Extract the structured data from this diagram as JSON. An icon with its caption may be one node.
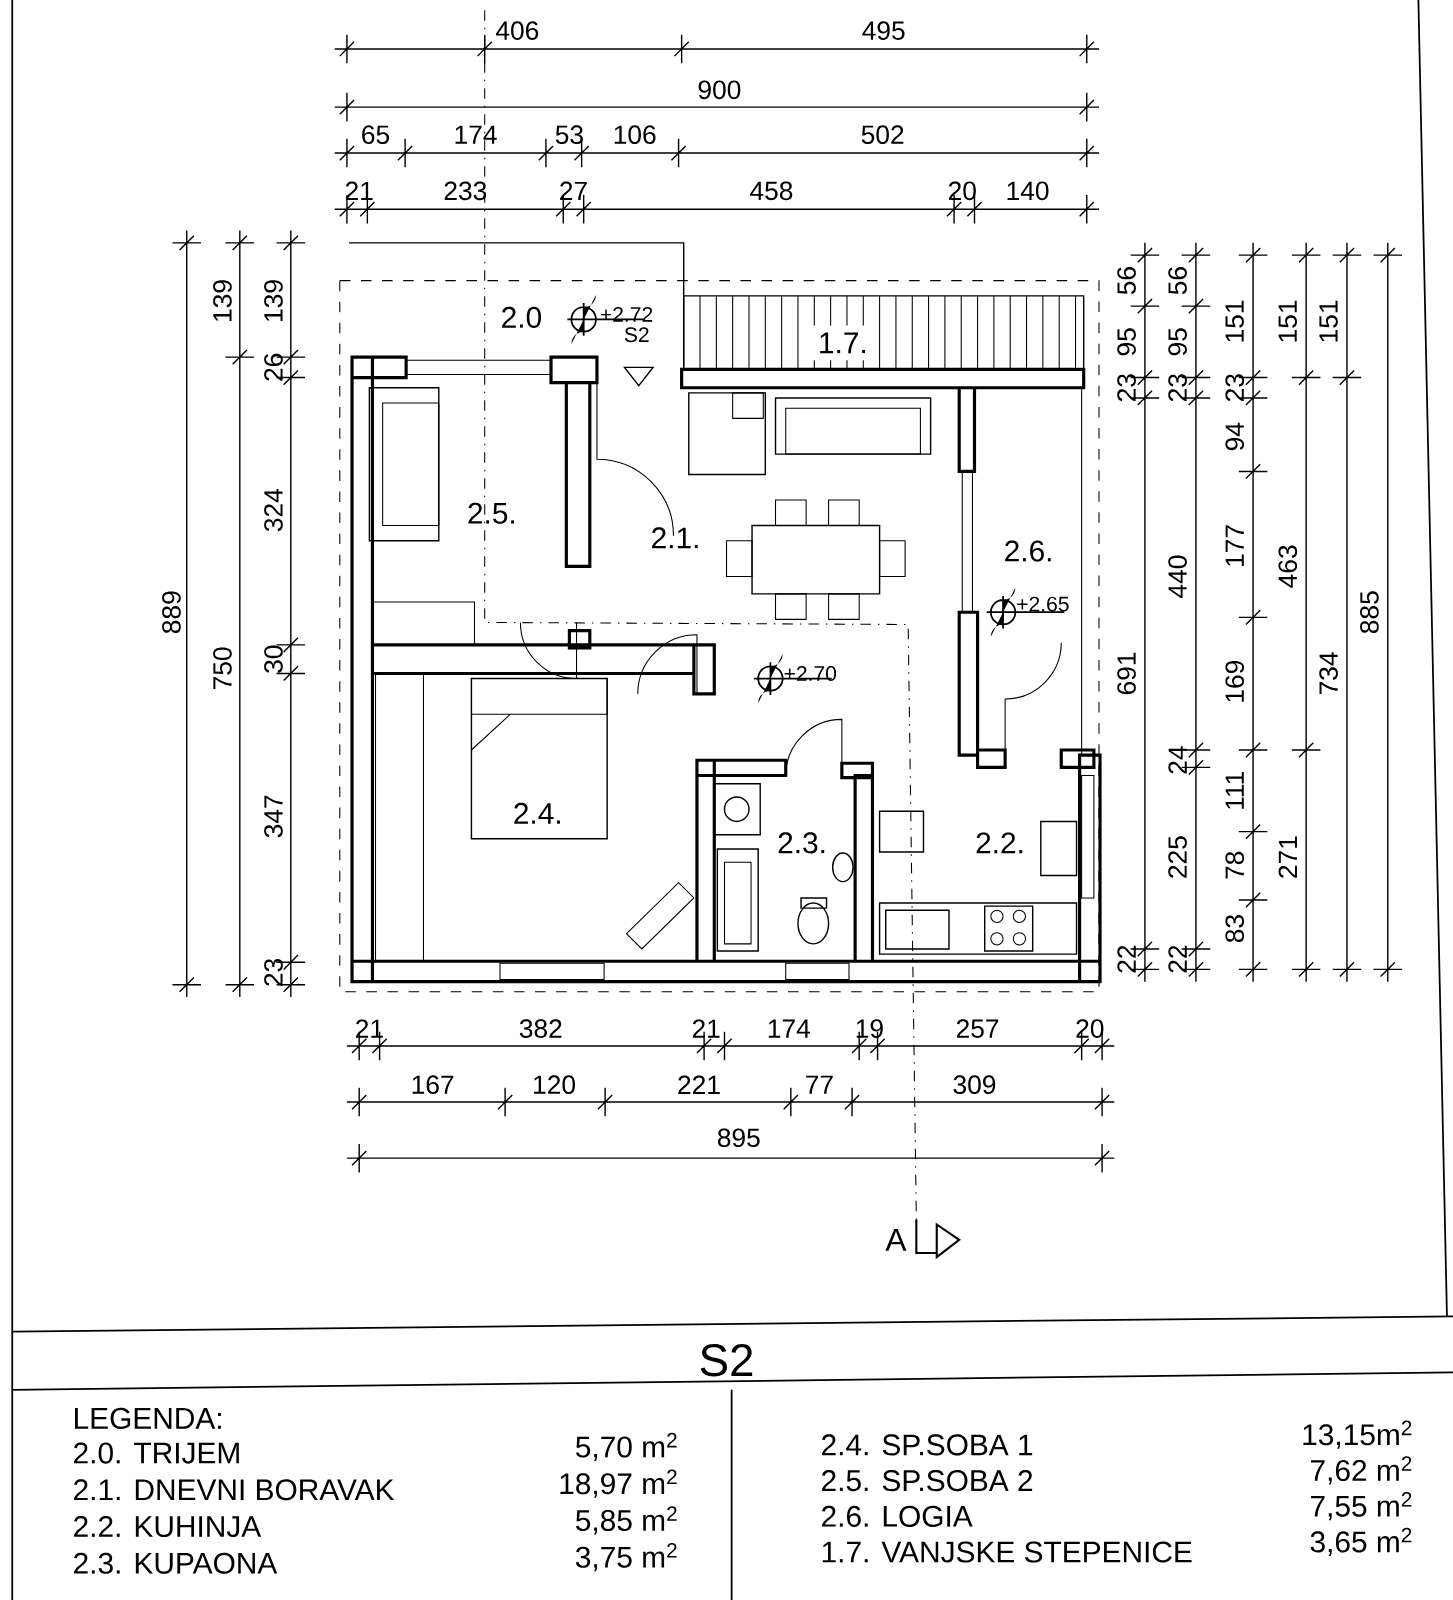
{
  "diagram": {
    "title": "S2",
    "labels": [
      "2.0",
      "+2.72",
      "S2",
      "1.7.",
      "2.5.",
      "2.1.",
      "2.6.",
      "+2.65",
      "+2.70",
      "2.4.",
      "2.3.",
      "2.2.",
      "406",
      "495",
      "900",
      "65",
      "174",
      "53",
      "106",
      "502",
      "21",
      "233",
      "27",
      "458",
      "20",
      "140",
      "889",
      "139",
      "750",
      "139",
      "26",
      "324",
      "30",
      "347",
      "23",
      "56",
      "95",
      "23",
      "691",
      "22",
      "56",
      "95",
      "23",
      "440",
      "24",
      "225",
      "22",
      "151",
      "23",
      "94",
      "177",
      "169",
      "111",
      "78",
      "83",
      "151",
      "463",
      "271",
      "151",
      "734",
      "885",
      "21",
      "382",
      "21",
      "174",
      "19",
      "257",
      "20",
      "167",
      "120",
      "221",
      "77",
      "309",
      "895",
      "A",
      "LEGENDA:",
      "2.0. TRIJEM",
      "5,70 m$^{2}$",
      "2.4. SP.SOBA 1",
      "13,15m$^{2}$",
      "2.1. DNEVNI BORAVAK",
      "18,97 m$^{2}$",
      "2.5. SP.SOBA 2",
      "7,62 m$^{2}$",
      "2.2. KUHINJA",
      "5,85 m$^{2}$",
      "2.6. LOGIA",
      "7,55 m$^{2}$",
      "2.3. KUPAONA",
      "3,75 m$^{2}$",
      "1.7. VANJSKE STEPENICE",
      "3,65 m$^{2}$"
    ]
  }
}
